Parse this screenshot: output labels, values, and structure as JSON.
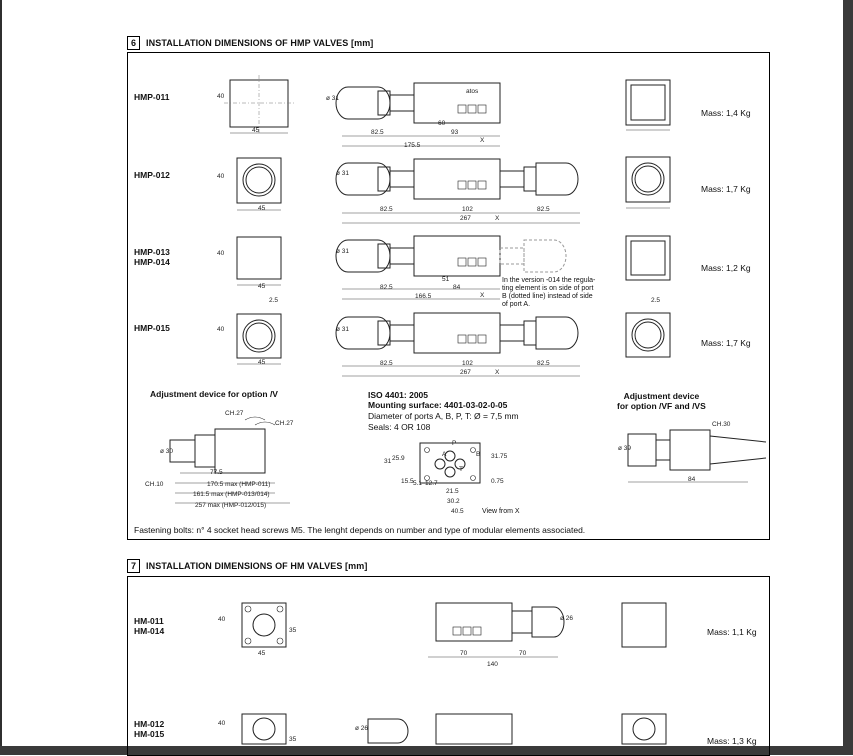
{
  "sections": {
    "hmp": {
      "number": "6",
      "title": "INSTALLATION DIMENSIONS OF HMP VALVES [mm]"
    },
    "hm": {
      "number": "7",
      "title": "INSTALLATION DIMENSIONS OF HM VALVES [mm]"
    }
  },
  "hmp_rows": [
    {
      "model": "HMP-011",
      "mass": "Mass: 1,4 Kg",
      "dims": [
        "82.5",
        "93",
        "175.5",
        "60"
      ]
    },
    {
      "model": "HMP-012",
      "mass": "Mass: 1,7 Kg",
      "dims": [
        "82.5",
        "102",
        "82.5",
        "267"
      ]
    },
    {
      "model": "HMP-013\nHMP-014",
      "mass": "Mass: 1,2 Kg",
      "dims": [
        "82.5",
        "84",
        "166.5",
        "51"
      ]
    },
    {
      "model": "HMP-015",
      "mass": "Mass: 1,7 Kg",
      "dims": [
        "82.5",
        "102",
        "82.5",
        "267"
      ]
    }
  ],
  "common_dims": {
    "face_height": "40",
    "face_width": "45",
    "offset": "2.5",
    "diameter": "ø 31",
    "x": "X",
    "brand": "atos",
    "port_a": "A",
    "port_p": "P",
    "port_b": "B"
  },
  "version_note": "In the version -014 the regula-\nting element is on side of port\nB (dotted line) instead of side\nof port A.",
  "adjust_v": {
    "title": "Adjustment device for option /V",
    "ch27a": "CH.27",
    "ch27b": "CH.27",
    "ch10": "CH.10",
    "d30": "ø 30",
    "d775": "77.5",
    "max1": "170.5  max  (HMP-011)",
    "max2": "161.5  max  (HMP-013/014)",
    "max3": "257  max  (HMP-012/015)"
  },
  "iso": {
    "standard": "ISO 4401: 2005",
    "surface": "Mounting surface: 4401-03-02-0-05",
    "ports": "Diameter of ports A, B, P, T: Ø = 7,5 mm",
    "seals": "Seals: 4 OR 108",
    "view": "View from X",
    "d31": "31",
    "d259": "25.9",
    "d155": "15.5",
    "d51": "5.1",
    "d127": "12.7",
    "d215": "21.5",
    "d302": "30.2",
    "d405": "40.5",
    "d3175": "31.75",
    "d075": "0.75",
    "p": "P",
    "a": "A",
    "b": "B",
    "t": "T"
  },
  "adjust_vf": {
    "title": "Adjustment device\nfor option /VF and /VS",
    "ch30": "CH.30",
    "d39": "ø 39",
    "d84": "84"
  },
  "fastening": "Fastening bolts: n° 4 socket head screws M5. The lenght depends on number and type of modular elements associated.",
  "hm_rows": [
    {
      "model": "HM-011\nHM-014",
      "mass": "Mass: 1,1 Kg",
      "dims": [
        "45",
        "40",
        "35",
        "70",
        "70",
        "140",
        "ø 26"
      ]
    },
    {
      "model": "HM-012\nHM-015",
      "mass": "Mass: 1,3 Kg",
      "dims": [
        "40",
        "35",
        "ø 26"
      ]
    }
  ]
}
